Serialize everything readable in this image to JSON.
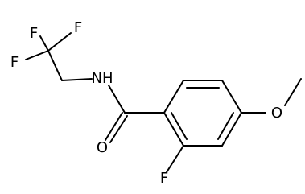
{
  "molecule": {
    "atoms": {
      "f_top_left": "F",
      "f_top_right": "F",
      "f_mid_left": "F",
      "nh": "NH",
      "o_carbonyl": "O",
      "o_methoxy": "O",
      "f_ring": "F"
    },
    "colors": {
      "bond": "#000000",
      "label": "#000000",
      "background": "#ffffff"
    }
  }
}
